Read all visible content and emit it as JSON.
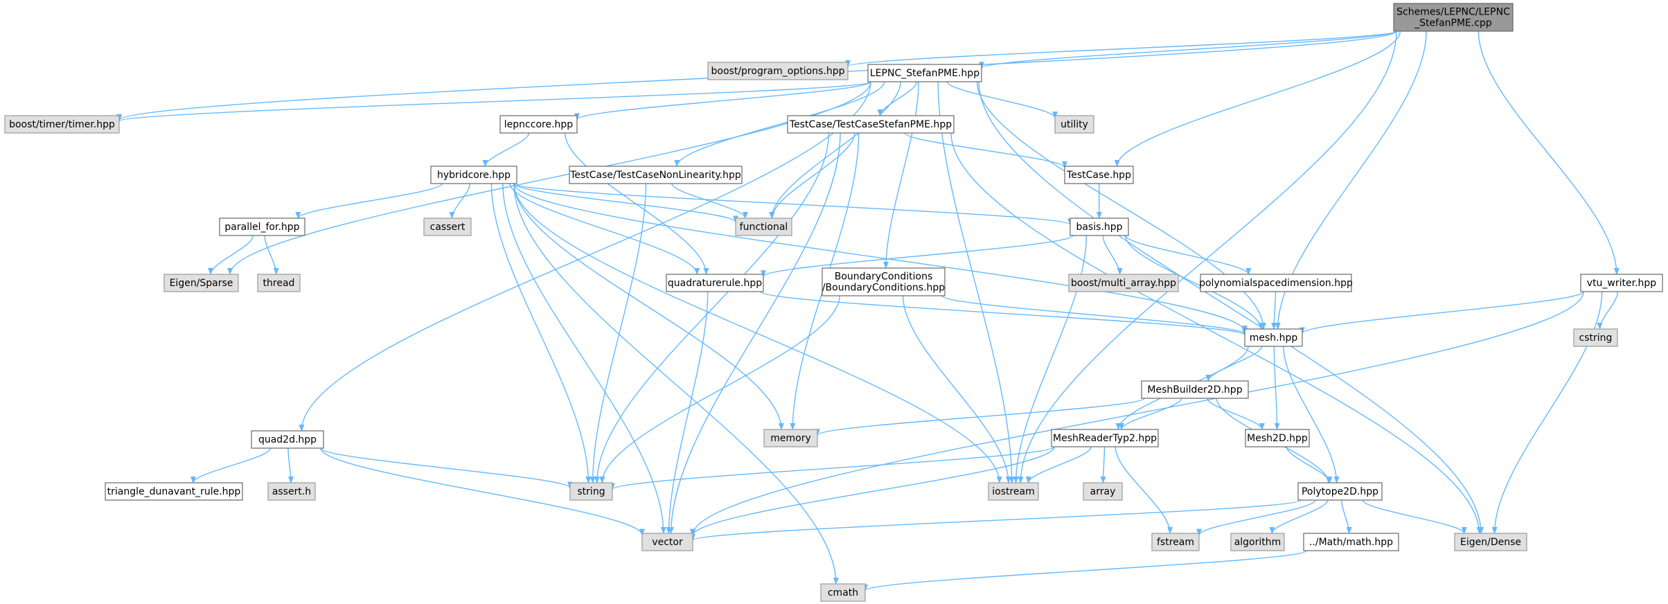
{
  "colors": {
    "edge": "#63b8ff",
    "root_fill": "#999999",
    "file_fill": "#ffffff",
    "system_fill": "#e0e0e0",
    "border": "#666666"
  },
  "nodes": [
    {
      "id": "root",
      "kind": "root",
      "lines": [
        "Schemes/LEPNC/LEPNC",
        "_StefanPME.cpp"
      ]
    },
    {
      "id": "program_options",
      "kind": "sys",
      "lines": [
        "boost/program_options.hpp"
      ]
    },
    {
      "id": "lepnc_stefan",
      "kind": "file",
      "lines": [
        "LEPNC_StefanPME.hpp"
      ]
    },
    {
      "id": "timer",
      "kind": "sys",
      "lines": [
        "boost/timer/timer.hpp"
      ]
    },
    {
      "id": "lepnccore",
      "kind": "file",
      "lines": [
        "lepnccore.hpp"
      ]
    },
    {
      "id": "tc_stefan",
      "kind": "file",
      "lines": [
        "TestCase/TestCaseStefanPME.hpp"
      ]
    },
    {
      "id": "utility",
      "kind": "sys",
      "lines": [
        "utility"
      ]
    },
    {
      "id": "hybridcore",
      "kind": "file",
      "lines": [
        "hybridcore.hpp"
      ]
    },
    {
      "id": "tc_nonlin",
      "kind": "file",
      "lines": [
        "TestCase/TestCaseNonLinearity.hpp"
      ]
    },
    {
      "id": "testcase",
      "kind": "file",
      "lines": [
        "TestCase.hpp"
      ]
    },
    {
      "id": "parallel_for",
      "kind": "file",
      "lines": [
        "parallel_for.hpp"
      ]
    },
    {
      "id": "cassert",
      "kind": "sys",
      "lines": [
        "cassert"
      ]
    },
    {
      "id": "functional",
      "kind": "sys",
      "lines": [
        "functional"
      ]
    },
    {
      "id": "basis",
      "kind": "file",
      "lines": [
        "basis.hpp"
      ]
    },
    {
      "id": "eigen_sparse",
      "kind": "sys",
      "lines": [
        "Eigen/Sparse"
      ]
    },
    {
      "id": "thread",
      "kind": "sys",
      "lines": [
        "thread"
      ]
    },
    {
      "id": "quadrule",
      "kind": "file",
      "lines": [
        "quadraturerule.hpp"
      ]
    },
    {
      "id": "bc",
      "kind": "file",
      "lines": [
        "BoundaryConditions",
        "/BoundaryConditions.hpp"
      ]
    },
    {
      "id": "multi_array",
      "kind": "sys",
      "lines": [
        "boost/multi_array.hpp"
      ]
    },
    {
      "id": "polyspace",
      "kind": "file",
      "lines": [
        "polynomialspacedimension.hpp"
      ]
    },
    {
      "id": "vtu_writer",
      "kind": "file",
      "lines": [
        "vtu_writer.hpp"
      ]
    },
    {
      "id": "mesh",
      "kind": "file",
      "lines": [
        "mesh.hpp"
      ]
    },
    {
      "id": "cstring",
      "kind": "sys",
      "lines": [
        "cstring"
      ]
    },
    {
      "id": "meshbuilder",
      "kind": "file",
      "lines": [
        "MeshBuilder2D.hpp"
      ]
    },
    {
      "id": "quad2d",
      "kind": "file",
      "lines": [
        "quad2d.hpp"
      ]
    },
    {
      "id": "memory",
      "kind": "sys",
      "lines": [
        "memory"
      ]
    },
    {
      "id": "meshreader",
      "kind": "file",
      "lines": [
        "MeshReaderTyp2.hpp"
      ]
    },
    {
      "id": "mesh2d",
      "kind": "file",
      "lines": [
        "Mesh2D.hpp"
      ]
    },
    {
      "id": "triangle",
      "kind": "file",
      "lines": [
        "triangle_dunavant_rule.hpp"
      ]
    },
    {
      "id": "asserth",
      "kind": "sys",
      "lines": [
        "assert.h"
      ]
    },
    {
      "id": "string",
      "kind": "sys",
      "lines": [
        "string"
      ]
    },
    {
      "id": "iostream",
      "kind": "sys",
      "lines": [
        "iostream"
      ]
    },
    {
      "id": "array",
      "kind": "sys",
      "lines": [
        "array"
      ]
    },
    {
      "id": "polytope",
      "kind": "file",
      "lines": [
        "Polytope2D.hpp"
      ]
    },
    {
      "id": "vector",
      "kind": "sys",
      "lines": [
        "vector"
      ]
    },
    {
      "id": "fstream",
      "kind": "sys",
      "lines": [
        "fstream"
      ]
    },
    {
      "id": "algorithm",
      "kind": "sys",
      "lines": [
        "algorithm"
      ]
    },
    {
      "id": "mathhpp",
      "kind": "file",
      "lines": [
        "../Math/math.hpp"
      ]
    },
    {
      "id": "eigen_dense",
      "kind": "sys",
      "lines": [
        "Eigen/Dense"
      ]
    },
    {
      "id": "cmath",
      "kind": "sys",
      "lines": [
        "cmath"
      ]
    }
  ],
  "edges": [
    [
      "root",
      "program_options"
    ],
    [
      "root",
      "lepnc_stefan"
    ],
    [
      "root",
      "timer"
    ],
    [
      "root",
      "testcase"
    ],
    [
      "root",
      "mesh"
    ],
    [
      "root",
      "iostream"
    ],
    [
      "root",
      "vtu_writer"
    ],
    [
      "lepnc_stefan",
      "timer"
    ],
    [
      "lepnc_stefan",
      "lepnccore"
    ],
    [
      "lepnc_stefan",
      "tc_stefan"
    ],
    [
      "lepnc_stefan",
      "utility"
    ],
    [
      "lepnc_stefan",
      "tc_nonlin"
    ],
    [
      "lepnc_stefan",
      "functional"
    ],
    [
      "lepnc_stefan",
      "eigen_sparse"
    ],
    [
      "lepnc_stefan",
      "quad2d"
    ],
    [
      "lepnc_stefan",
      "bc"
    ],
    [
      "lepnc_stefan",
      "mesh"
    ],
    [
      "lepnc_stefan",
      "iostream"
    ],
    [
      "lepnc_stefan",
      "eigen_dense"
    ],
    [
      "lepnccore",
      "hybridcore"
    ],
    [
      "lepnccore",
      "quadrule"
    ],
    [
      "tc_stefan",
      "testcase"
    ],
    [
      "tc_stefan",
      "functional"
    ],
    [
      "tc_stefan",
      "string"
    ],
    [
      "tc_stefan",
      "memory"
    ],
    [
      "tc_stefan",
      "vector"
    ],
    [
      "tc_stefan",
      "eigen_dense"
    ],
    [
      "hybridcore",
      "parallel_for"
    ],
    [
      "hybridcore",
      "cassert"
    ],
    [
      "hybridcore",
      "functional"
    ],
    [
      "hybridcore",
      "basis"
    ],
    [
      "hybridcore",
      "quadrule"
    ],
    [
      "hybridcore",
      "mesh"
    ],
    [
      "hybridcore",
      "memory"
    ],
    [
      "hybridcore",
      "string"
    ],
    [
      "hybridcore",
      "iostream"
    ],
    [
      "hybridcore",
      "vector"
    ],
    [
      "hybridcore",
      "cmath"
    ],
    [
      "tc_nonlin",
      "functional"
    ],
    [
      "tc_nonlin",
      "string"
    ],
    [
      "testcase",
      "basis"
    ],
    [
      "parallel_for",
      "eigen_sparse"
    ],
    [
      "parallel_for",
      "thread"
    ],
    [
      "basis",
      "quadrule"
    ],
    [
      "basis",
      "multi_array"
    ],
    [
      "basis",
      "polyspace"
    ],
    [
      "basis",
      "mesh"
    ],
    [
      "basis",
      "iostream"
    ],
    [
      "quadrule",
      "mesh"
    ],
    [
      "quadrule",
      "vector"
    ],
    [
      "bc",
      "mesh"
    ],
    [
      "bc",
      "string"
    ],
    [
      "bc",
      "iostream"
    ],
    [
      "polyspace",
      "mesh"
    ],
    [
      "vtu_writer",
      "mesh"
    ],
    [
      "vtu_writer",
      "cstring"
    ],
    [
      "vtu_writer",
      "vector"
    ],
    [
      "vtu_writer",
      "eigen_dense"
    ],
    [
      "mesh",
      "meshbuilder"
    ],
    [
      "mesh",
      "meshreader"
    ],
    [
      "mesh",
      "mesh2d"
    ],
    [
      "mesh",
      "polytope"
    ],
    [
      "meshbuilder",
      "memory"
    ],
    [
      "meshbuilder",
      "meshreader"
    ],
    [
      "meshbuilder",
      "mesh2d"
    ],
    [
      "meshbuilder",
      "polytope"
    ],
    [
      "quad2d",
      "triangle"
    ],
    [
      "quad2d",
      "asserth"
    ],
    [
      "quad2d",
      "string"
    ],
    [
      "quad2d",
      "vector"
    ],
    [
      "meshreader",
      "string"
    ],
    [
      "meshreader",
      "iostream"
    ],
    [
      "meshreader",
      "array"
    ],
    [
      "meshreader",
      "fstream"
    ],
    [
      "meshreader",
      "vector"
    ],
    [
      "mesh2d",
      "polytope"
    ],
    [
      "polytope",
      "vector"
    ],
    [
      "polytope",
      "fstream"
    ],
    [
      "polytope",
      "algorithm"
    ],
    [
      "polytope",
      "mathhpp"
    ],
    [
      "polytope",
      "eigen_dense"
    ],
    [
      "mathhpp",
      "cmath"
    ]
  ]
}
